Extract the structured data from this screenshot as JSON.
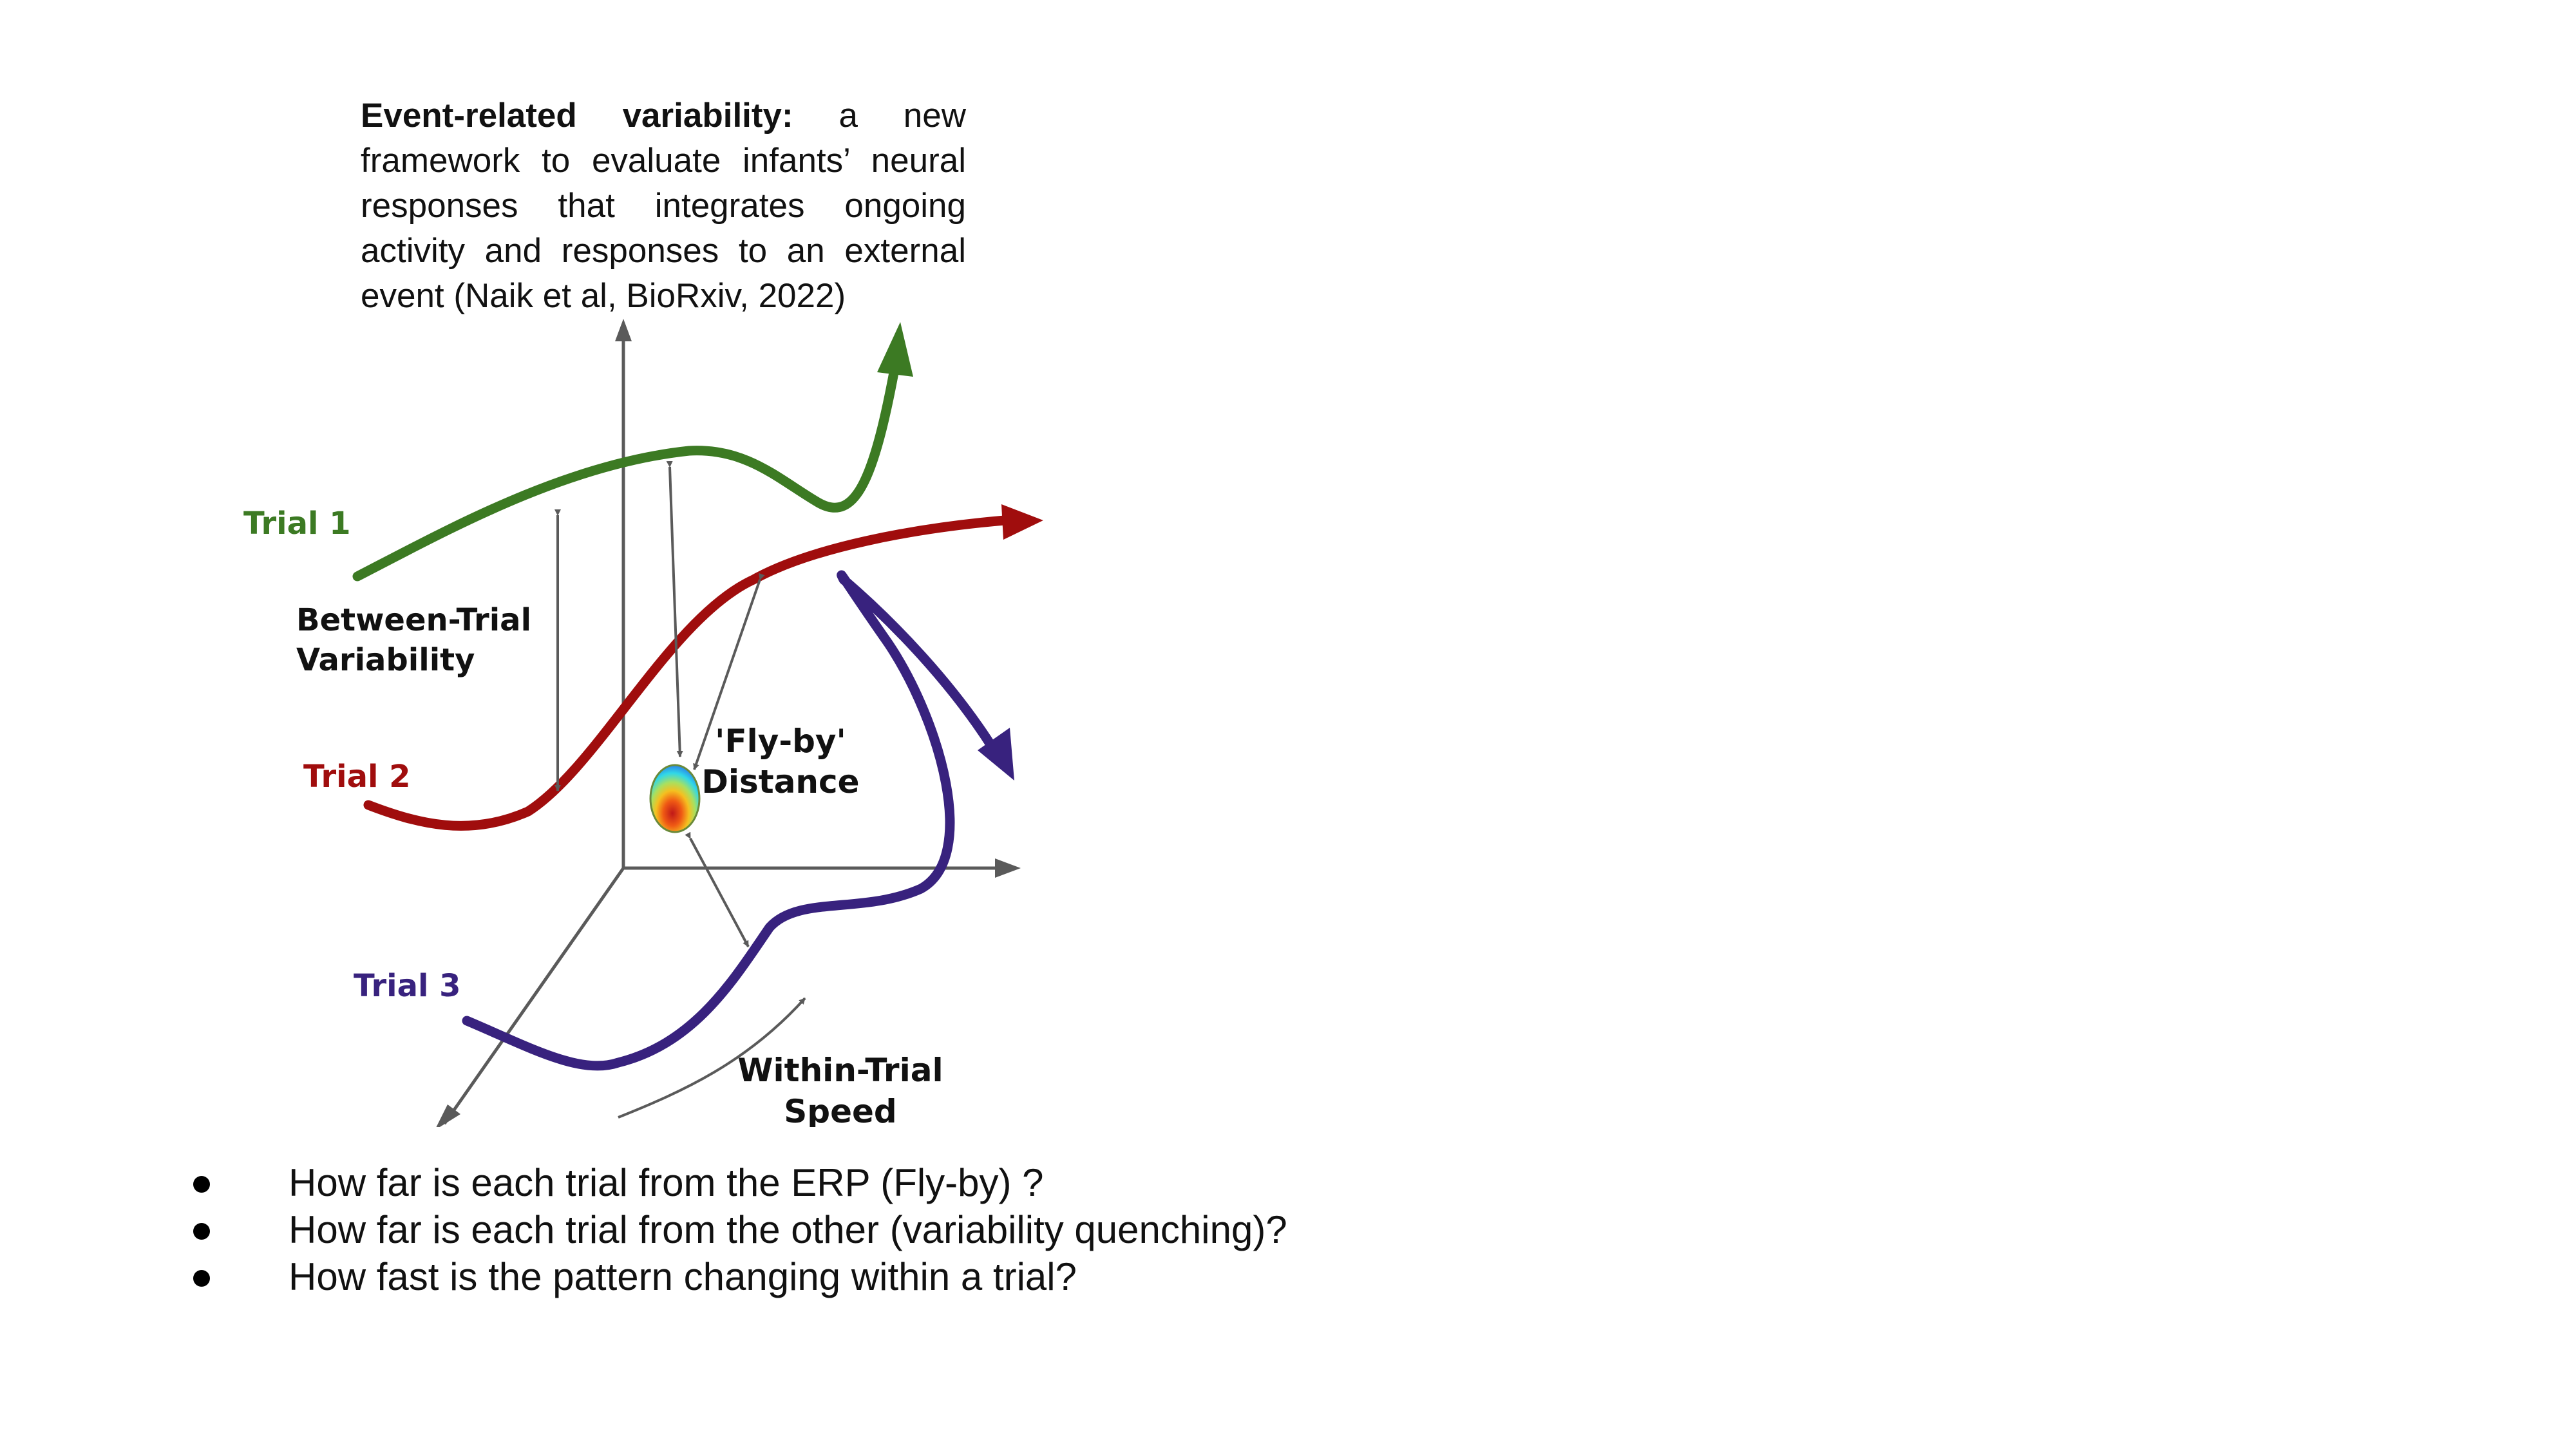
{
  "intro": {
    "bold": "Event-related variability:",
    "text": "a new framework to evaluate infants’ neural responses that integrates ongoing activity and responses to an external event (Naik et al, BioRxiv, 2022)"
  },
  "diagram": {
    "trial1": "Trial 1",
    "trial2": "Trial 2",
    "trial3": "Trial 3",
    "between_line1": "Between-Trial",
    "between_line2": "Variability",
    "flyby_line1": "'Fly-by'",
    "flyby_line2": "Distance",
    "within_line1": "Within-Trial",
    "within_line2": "Speed",
    "colors": {
      "trial1": "#3c7a23",
      "trial2": "#a00d0d",
      "trial3": "#38227e",
      "axis": "#5a5a5a"
    }
  },
  "questions": [
    "How far is each trial from the ERP (Fly-by) ?",
    "How far is each trial from the other (variability quenching)?",
    "How fast is the pattern changing within a trial?"
  ]
}
